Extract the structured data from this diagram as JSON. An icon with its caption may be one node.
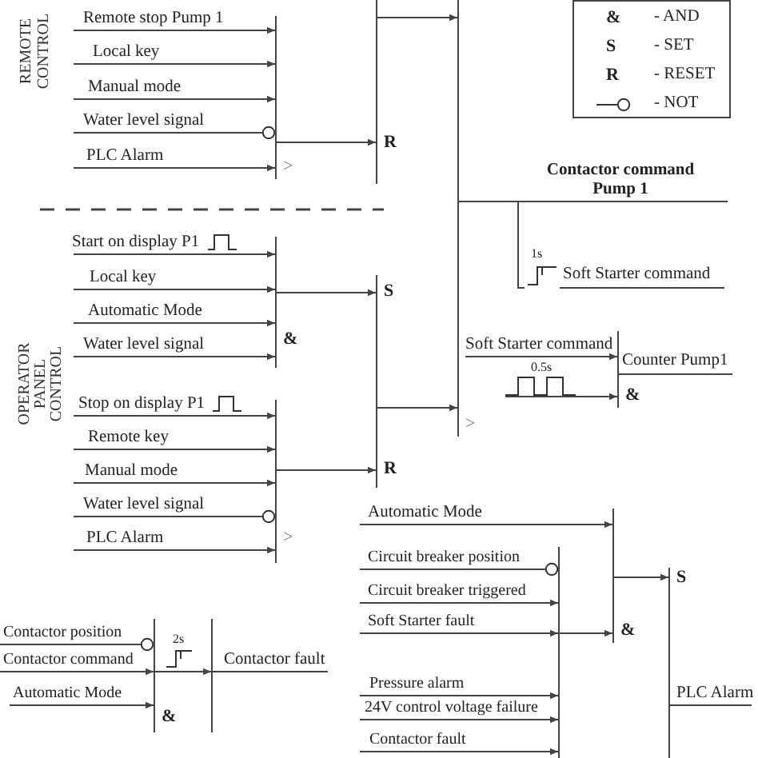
{
  "diagram": {
    "nodes": [
      {
        "text": [
          "Remote stop Pump 1"
        ]
      },
      {
        "text": [
          "Local key"
        ]
      },
      {
        "text": [
          "Manual mode"
        ]
      },
      {
        "text": [
          "Water level signal"
        ]
      },
      {
        "text": [
          "PLC Alarm"
        ]
      },
      {
        "text": [
          ">"
        ]
      },
      {
        "text": [
          "R"
        ]
      },
      {
        "text": [
          ">"
        ]
      },
      {
        "text": [
          "Contactor command Pump 1"
        ]
      },
      {
        "text": [
          "1s"
        ]
      },
      {
        "text": [
          "Soft Starter command"
        ]
      },
      {
        "text": [
          "Start on display P1"
        ]
      },
      {
        "text": [
          "Local key"
        ]
      },
      {
        "text": [
          "Automatic Mode"
        ]
      },
      {
        "text": [
          "Water level signal"
        ]
      },
      {
        "text": [
          "&"
        ]
      },
      {
        "text": [
          "Stop on display P1"
        ]
      },
      {
        "text": [
          "Remote key"
        ]
      },
      {
        "text": [
          "Manual mode"
        ]
      },
      {
        "text": [
          "Water level signal"
        ]
      },
      {
        "text": [
          "PLC Alarm"
        ]
      },
      {
        "text": [
          ">"
        ]
      },
      {
        "text": [
          "S",
          "R"
        ]
      },
      {
        "text": [
          "Soft Starter command"
        ]
      },
      {
        "text": [
          "0.5s"
        ]
      },
      {
        "text": [
          "&"
        ]
      },
      {
        "text": [
          "Counter Pump1"
        ]
      },
      {
        "text": [
          "Automatic Mode"
        ]
      },
      {
        "text": [
          "Circuit breaker position"
        ]
      },
      {
        "text": [
          "Circuit breaker triggered"
        ]
      },
      {
        "text": [
          "Soft Starter fault"
        ]
      },
      {
        "text": [
          "Pressure alarm"
        ]
      },
      {
        "text": [
          "24V control voltage failure"
        ]
      },
      {
        "text": [
          "Contactor fault"
        ]
      },
      {
        "text": [],
        "shape": "bar"
      },
      {
        "text": [
          "&"
        ]
      },
      {
        "text": [
          "S"
        ]
      },
      {
        "text": [
          "PLC Alarm"
        ]
      },
      {
        "text": [
          "Contactor position"
        ]
      },
      {
        "text": [
          "Contactor command"
        ]
      },
      {
        "text": [
          "Automatic Mode"
        ]
      },
      {
        "text": [
          "&"
        ]
      },
      {
        "text": [],
        "shape": "bar"
      },
      {
        "text": [
          "Contactor fault"
        ]
      }
    ],
    "edges": [
      {
        "from": 0,
        "to": 5,
        "arrow": "to"
      },
      {
        "from": 1,
        "to": 5,
        "arrow": "to"
      },
      {
        "from": 2,
        "to": 5,
        "arrow": "to"
      },
      {
        "from": 3,
        "to": 5,
        "arrow": "other"
      },
      {
        "from": 4,
        "to": 5,
        "arrow": "to"
      },
      {
        "from": 5,
        "to": 6,
        "arrow": "to"
      },
      {
        "from": 6,
        "to": 7,
        "arrow": "to"
      },
      {
        "from": 7,
        "to": 8,
        "arrow": "none"
      },
      {
        "from": 7,
        "to": 9,
        "arrow": "none"
      },
      {
        "from": 9,
        "to": 10,
        "arrow": "none"
      },
      {
        "from": 11,
        "to": 15,
        "arrow": "to"
      },
      {
        "from": 12,
        "to": 15,
        "arrow": "to"
      },
      {
        "from": 13,
        "to": 15,
        "arrow": "to"
      },
      {
        "from": 14,
        "to": 15,
        "arrow": "to"
      },
      {
        "from": 15,
        "to": 22,
        "arrow": "to"
      },
      {
        "from": 16,
        "to": 21,
        "arrow": "to"
      },
      {
        "from": 17,
        "to": 21,
        "arrow": "to"
      },
      {
        "from": 18,
        "to": 21,
        "arrow": "to"
      },
      {
        "from": 19,
        "to": 21,
        "arrow": "other"
      },
      {
        "from": 20,
        "to": 21,
        "arrow": "to"
      },
      {
        "from": 21,
        "to": 22,
        "arrow": "to"
      },
      {
        "from": 22,
        "to": 7,
        "arrow": "to"
      },
      {
        "from": 23,
        "to": 25,
        "arrow": "to"
      },
      {
        "from": 24,
        "to": 25,
        "arrow": "to"
      },
      {
        "from": 25,
        "to": 26,
        "arrow": "none"
      },
      {
        "from": 27,
        "to": 35,
        "arrow": "to"
      },
      {
        "from": 28,
        "to": 42,
        "arrow": "other"
      },
      {
        "from": 29,
        "to": 42,
        "arrow": "to"
      },
      {
        "from": 30,
        "to": 42,
        "arrow": "to"
      },
      {
        "from": 31,
        "to": 42,
        "arrow": "to"
      },
      {
        "from": 32,
        "to": 42,
        "arrow": "to"
      },
      {
        "from": 33,
        "to": 42,
        "arrow": "to"
      },
      {
        "from": 42,
        "to": 35,
        "arrow": "to"
      },
      {
        "from": 35,
        "to": 36,
        "arrow": "to"
      },
      {
        "from": 36,
        "to": 37,
        "arrow": "none"
      },
      {
        "from": 38,
        "to": 41,
        "arrow": "other"
      },
      {
        "from": 39,
        "to": 41,
        "arrow": "to"
      },
      {
        "from": 40,
        "to": 41,
        "arrow": "to"
      },
      {
        "from": 41,
        "to": 34,
        "arrow": "to",
        "label": "2s"
      },
      {
        "from": 34,
        "to": 43,
        "arrow": "none"
      }
    ],
    "labels": [
      "REMOTE CONTROL",
      "&",
      "S",
      "R",
      "OPERATOR PANEL CONTROL"
    ],
    "legend": [
      {
        "text": "- AND"
      },
      {
        "text": "- SET"
      },
      {
        "text": "- RESET"
      },
      {
        "text": "- NOT"
      }
    ]
  }
}
